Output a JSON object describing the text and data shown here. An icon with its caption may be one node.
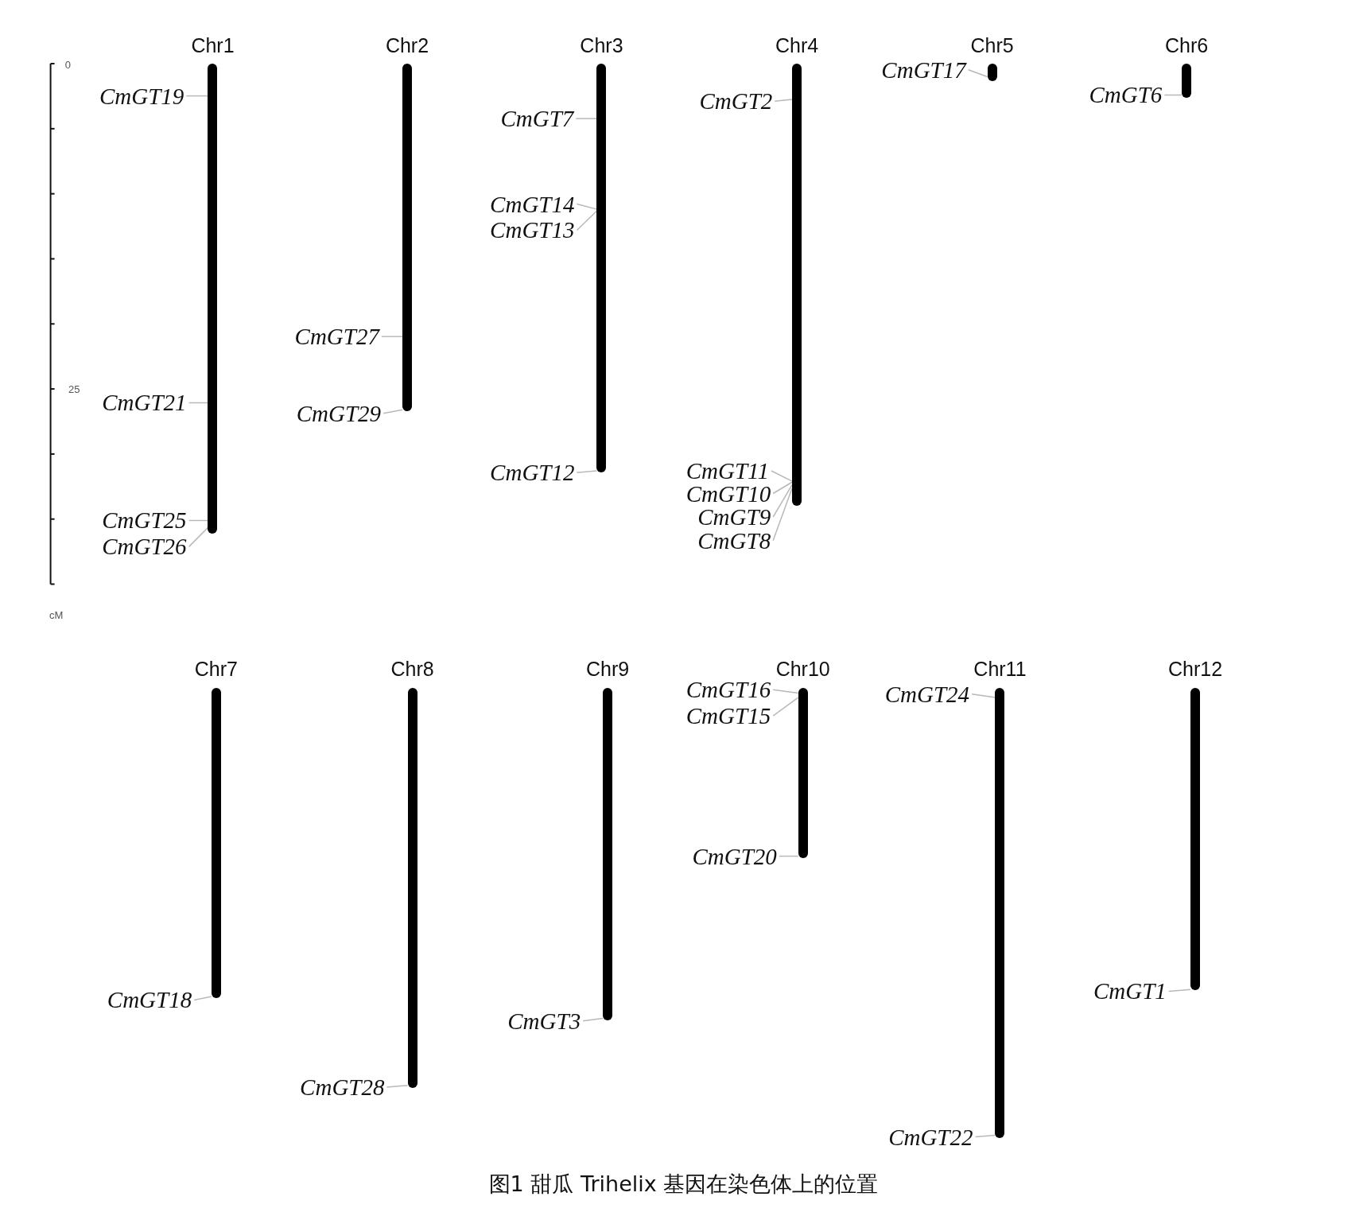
{
  "diagram": {
    "caption": "图1 甜瓜 Trihelix 基因在染色体上的位置",
    "nodes": [
      {
        "text": [
          "Chr1"
        ]
      },
      {
        "text": [
          "CmGT19"
        ]
      },
      {
        "text": [
          "CmGT21"
        ]
      },
      {
        "text": [
          "CmGT25"
        ]
      },
      {
        "text": [
          "CmGT26"
        ]
      },
      {
        "text": [
          "Chr2"
        ]
      },
      {
        "text": [
          "CmGT27"
        ]
      },
      {
        "text": [
          "CmGT29"
        ]
      },
      {
        "text": [
          "Chr3"
        ]
      },
      {
        "text": [
          "CmGT7"
        ]
      },
      {
        "text": [
          "CmGT14"
        ]
      },
      {
        "text": [
          "CmGT13"
        ]
      },
      {
        "text": [
          "CmGT12"
        ]
      },
      {
        "text": [
          "Chr4"
        ]
      },
      {
        "text": [
          "CmGT2"
        ]
      },
      {
        "text": [
          "CmGT11"
        ]
      },
      {
        "text": [
          "CmGT10"
        ]
      },
      {
        "text": [
          "CmGT9"
        ]
      },
      {
        "text": [
          "CmGT8"
        ]
      },
      {
        "text": [
          "Chr5"
        ]
      },
      {
        "text": [
          "CmGT17"
        ]
      },
      {
        "text": [
          "Chr6"
        ]
      },
      {
        "text": [
          "CmGT6"
        ]
      },
      {
        "text": [
          "Chr7"
        ]
      },
      {
        "text": [
          "CmGT18"
        ]
      },
      {
        "text": [
          "Chr8"
        ]
      },
      {
        "text": [
          "CmGT28"
        ]
      },
      {
        "text": [
          "Chr9"
        ]
      },
      {
        "text": [
          "CmGT3"
        ]
      },
      {
        "text": [
          "Chr10"
        ]
      },
      {
        "text": [
          "CmGT16"
        ]
      },
      {
        "text": [
          "CmGT15"
        ]
      },
      {
        "text": [
          "CmGT20"
        ]
      },
      {
        "text": [
          "Chr11"
        ]
      },
      {
        "text": [
          "CmGT24"
        ]
      },
      {
        "text": [
          "CmGT22"
        ]
      },
      {
        "text": [
          "Chr12"
        ]
      },
      {
        "text": [
          "CmGT1"
        ]
      }
    ],
    "edges": [
      {
        "from": 1,
        "to": 0,
        "arrow": "none"
      },
      {
        "from": 2,
        "to": 0,
        "arrow": "none"
      },
      {
        "from": 3,
        "to": 0,
        "arrow": "none"
      },
      {
        "from": 4,
        "to": 0,
        "arrow": "none"
      },
      {
        "from": 6,
        "to": 5,
        "arrow": "none"
      },
      {
        "from": 7,
        "to": 5,
        "arrow": "none"
      },
      {
        "from": 9,
        "to": 8,
        "arrow": "none"
      },
      {
        "from": 10,
        "to": 8,
        "arrow": "none"
      },
      {
        "from": 11,
        "to": 8,
        "arrow": "none"
      },
      {
        "from": 12,
        "to": 8,
        "arrow": "none"
      },
      {
        "from": 14,
        "to": 13,
        "arrow": "none"
      },
      {
        "from": 15,
        "to": 13,
        "arrow": "none"
      },
      {
        "from": 16,
        "to": 13,
        "arrow": "none"
      },
      {
        "from": 17,
        "to": 13,
        "arrow": "none"
      },
      {
        "from": 18,
        "to": 13,
        "arrow": "none"
      },
      {
        "from": 20,
        "to": 19,
        "arrow": "none"
      },
      {
        "from": 22,
        "to": 21,
        "arrow": "none"
      },
      {
        "from": 24,
        "to": 23,
        "arrow": "none"
      },
      {
        "from": 26,
        "to": 25,
        "arrow": "none"
      },
      {
        "from": 28,
        "to": 27,
        "arrow": "none"
      },
      {
        "from": 30,
        "to": 29,
        "arrow": "none"
      },
      {
        "from": 31,
        "to": 29,
        "arrow": "none"
      },
      {
        "from": 32,
        "to": 29,
        "arrow": "none"
      },
      {
        "from": 34,
        "to": 33,
        "arrow": "none"
      },
      {
        "from": 35,
        "to": 33,
        "arrow": "none"
      },
      {
        "from": 37,
        "to": 36,
        "arrow": "none"
      }
    ],
    "labels": [
      "0",
      "25",
      "cM"
    ]
  }
}
